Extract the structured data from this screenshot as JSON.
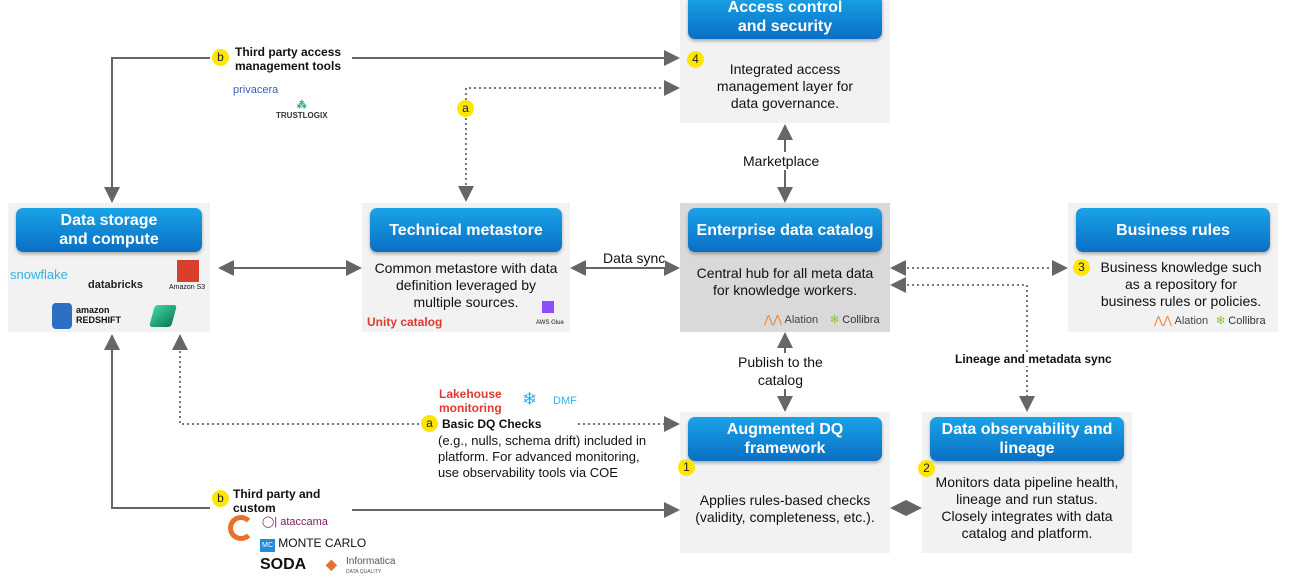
{
  "colors": {
    "header": "#0a8ad8",
    "badge": "#ffe600",
    "red": "#e03a2f",
    "arrow": "#666666"
  },
  "access": {
    "title": "Access control\nand security",
    "badge": "4",
    "text": "Integrated access\nmanagement layer for\ndata governance."
  },
  "storage": {
    "title": "Data storage\nand compute",
    "logos": [
      "snowflake",
      "databricks",
      "Amazon S3",
      "amazon\nREDSHIFT"
    ]
  },
  "metastore": {
    "title": "Technical metastore",
    "text": "Common metastore with data\ndefinition leveraged by\nmultiple sources.",
    "unity": "Unity catalog",
    "glue": "AWS Glue"
  },
  "catalog": {
    "title": "Enterprise data catalog",
    "text": "Central hub for all meta data\nfor knowledge workers.",
    "logos": [
      "Alation",
      "Collibra"
    ]
  },
  "rules": {
    "title": "Business rules",
    "badge": "3",
    "text": "Business knowledge such\nas a repository for\nbusiness rules or policies.",
    "logos": [
      "Alation",
      "Collibra"
    ]
  },
  "dq": {
    "title": "Augmented DQ\nframework",
    "badge": "1",
    "text": "Applies rules-based checks\n(validity, completeness, etc.)."
  },
  "obs": {
    "title": "Data observability and\nlineage",
    "badge": "2",
    "text": "Monitors data pipeline health,\nlineage and run status.\nClosely integrates with data\ncatalog and platform."
  },
  "labels": {
    "data_sync": "Data sync",
    "marketplace": "Marketplace",
    "publish": "Publish to the\ncatalog",
    "lineage": "Lineage and metadata sync"
  },
  "access_tools": {
    "badge": "b",
    "title": "Third party access\nmanagement tools",
    "logos": [
      "privacera",
      "TRUSTLOGIX"
    ]
  },
  "metastore_access": {
    "badge": "a"
  },
  "basic_dq": {
    "badge": "a",
    "lakehouse": "Lakehouse\nmonitoring",
    "dmf": "DMF",
    "title": "Basic DQ Checks",
    "text": "(e.g., nulls, schema drift) included in\nplatform. For advanced monitoring,\nuse observability tools via COE"
  },
  "third_party": {
    "badge": "b",
    "title": "Third party and\ncustom",
    "logos": [
      "ataccama",
      "MONTE CARLO",
      "SODA",
      "Informatica",
      "DATA QUALITY"
    ]
  }
}
